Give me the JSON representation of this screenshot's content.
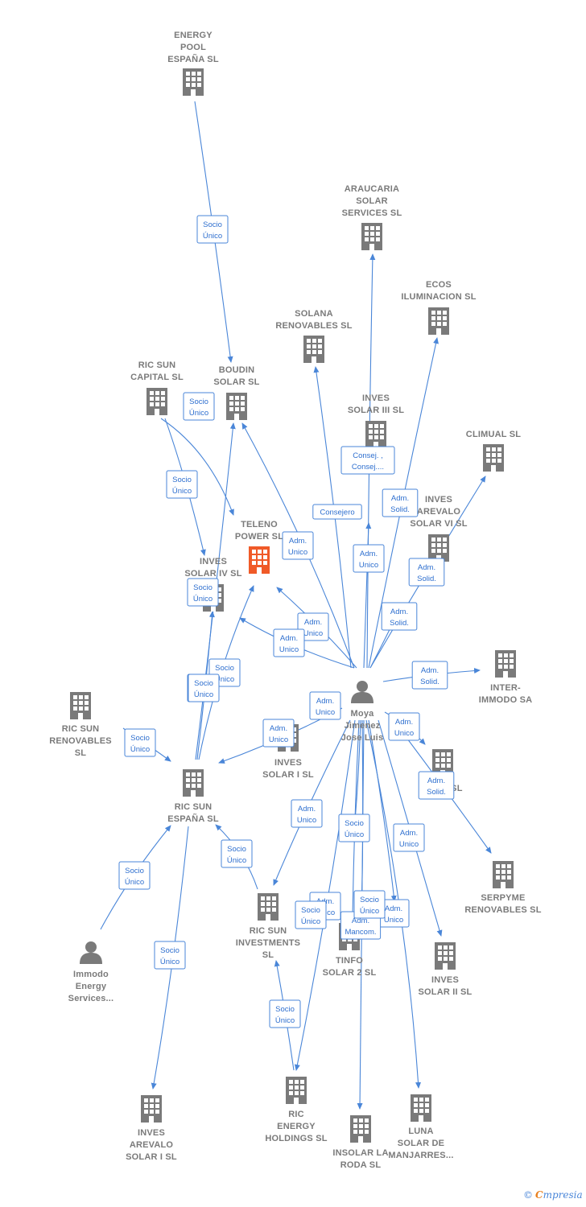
{
  "colors": {
    "edge": "#4a86d8",
    "node": "#7a7a7a",
    "focus": "#f05a28"
  },
  "nodes": [
    {
      "id": "energy_pool",
      "kind": "company",
      "label": [
        "ENERGY",
        "POOL",
        "ESPAÑA  SL"
      ]
    },
    {
      "id": "araucaria",
      "kind": "company",
      "label": [
        "ARAUCARIA",
        "SOLAR",
        "SERVICES SL"
      ]
    },
    {
      "id": "ecos",
      "kind": "company",
      "label": [
        "ECOS",
        "ILUMINACION SL"
      ]
    },
    {
      "id": "solana",
      "kind": "company",
      "label": [
        "SOLANA",
        "RENOVABLES SL"
      ]
    },
    {
      "id": "ric_sun_capital",
      "kind": "company",
      "label": [
        "RIC SUN",
        "CAPITAL  SL"
      ]
    },
    {
      "id": "boudin",
      "kind": "company",
      "label": [
        "BOUDIN",
        "SOLAR SL"
      ]
    },
    {
      "id": "inves_iii",
      "kind": "company",
      "label": [
        "INVES",
        "SOLAR III SL"
      ]
    },
    {
      "id": "climual",
      "kind": "company",
      "label": [
        "CLIMUAL SL"
      ]
    },
    {
      "id": "teleno",
      "kind": "focus",
      "label": [
        "TELENO",
        "POWER  SL"
      ]
    },
    {
      "id": "inves_arevalo_vi",
      "kind": "company",
      "label": [
        "INVES",
        "AREVALO",
        "SOLAR VI SL"
      ]
    },
    {
      "id": "inves_iv",
      "kind": "company",
      "label": [
        "INVES",
        "SOLAR IV SL"
      ]
    },
    {
      "id": "inter_immodo",
      "kind": "company",
      "label": [
        "INTER-",
        "IMMODO SA"
      ]
    },
    {
      "id": "ric_sun_renovables",
      "kind": "company",
      "label": [
        "RIC SUN",
        "RENOVABLES",
        "SL"
      ]
    },
    {
      "id": "moya",
      "kind": "person",
      "label": [
        "Moya",
        "Jimenez",
        "Jose Luis"
      ]
    },
    {
      "id": "inves_i",
      "kind": "company",
      "label": [
        "INVES",
        "SOLAR I SL"
      ]
    },
    {
      "id": "he_09",
      "kind": "company",
      "label": [
        "HE      09 SL"
      ]
    },
    {
      "id": "ric_sun_espana",
      "kind": "company",
      "label": [
        "RIC SUN",
        "ESPAÑA  SL"
      ]
    },
    {
      "id": "serpyme",
      "kind": "company",
      "label": [
        "SERPYME",
        "RENOVABLES SL"
      ]
    },
    {
      "id": "immodo",
      "kind": "person",
      "label": [
        "Immodo",
        "Energy",
        "Services..."
      ]
    },
    {
      "id": "ric_sun_investments",
      "kind": "company",
      "label": [
        "RIC SUN",
        "INVESTMENTS",
        "SL"
      ]
    },
    {
      "id": "tinfo",
      "kind": "company",
      "label": [
        "TINFO",
        "SOLAR 2 SL"
      ]
    },
    {
      "id": "inves_ii",
      "kind": "company",
      "label": [
        "INVES",
        "SOLAR II SL"
      ]
    },
    {
      "id": "inves_arevalo_i",
      "kind": "company",
      "label": [
        "INVES",
        "AREVALO",
        "SOLAR I  SL"
      ]
    },
    {
      "id": "ric_energy_holdings",
      "kind": "company",
      "label": [
        "RIC",
        "ENERGY",
        "HOLDINGS  SL"
      ]
    },
    {
      "id": "insolar",
      "kind": "company",
      "label": [
        "INSOLAR LA",
        "RODA  SL"
      ]
    },
    {
      "id": "luna",
      "kind": "company",
      "label": [
        "LUNA",
        "SOLAR DE",
        "MANJARRES..."
      ]
    }
  ],
  "edge_labels": [
    [
      "Socio",
      "Único"
    ],
    [
      "Socio",
      "Único"
    ],
    [
      "Socio",
      "Único"
    ],
    [
      "Socio",
      "Único"
    ],
    [
      "Consejero"
    ],
    [
      "Consej. ,",
      "Consej...."
    ],
    [
      "Adm.",
      "Solid."
    ],
    [
      "Adm.",
      "Unico"
    ],
    [
      "Adm.",
      "Unico"
    ],
    [
      "Adm.",
      "Solid."
    ],
    [
      "Socio",
      "Único"
    ],
    [
      "Adm.",
      "Unico"
    ],
    [
      "Adm.",
      "Unico"
    ],
    [
      "Adm.",
      "Solid."
    ],
    [
      "Socio",
      "Único"
    ],
    [
      "Socio",
      "Único"
    ],
    [
      "Adm.",
      "Solid."
    ],
    [
      "Adm.",
      "Unico"
    ],
    [
      "Adm.",
      "Unico"
    ],
    [
      "Socio",
      "Único"
    ],
    [
      "Adm.",
      "Unico"
    ],
    [
      "Adm.",
      "Solid."
    ],
    [
      "Adm.",
      "Unico"
    ],
    [
      "Socio",
      "Único"
    ],
    [
      "Socio",
      "Único"
    ],
    [
      "Socio",
      "Único"
    ],
    [
      "Adm.",
      "Unico"
    ],
    [
      "Socio",
      "Único"
    ],
    [
      "Socio",
      "Único"
    ],
    [
      "Adm.",
      "Unico"
    ],
    [
      "Adm.",
      "Unico"
    ],
    [
      "Socio",
      "Único"
    ],
    [
      "Adm.",
      "Mancom."
    ],
    [
      "Socio",
      "Único"
    ]
  ],
  "footer": {
    "copyright": "©",
    "brand_first": "C",
    "brand_rest": "mpresia"
  }
}
